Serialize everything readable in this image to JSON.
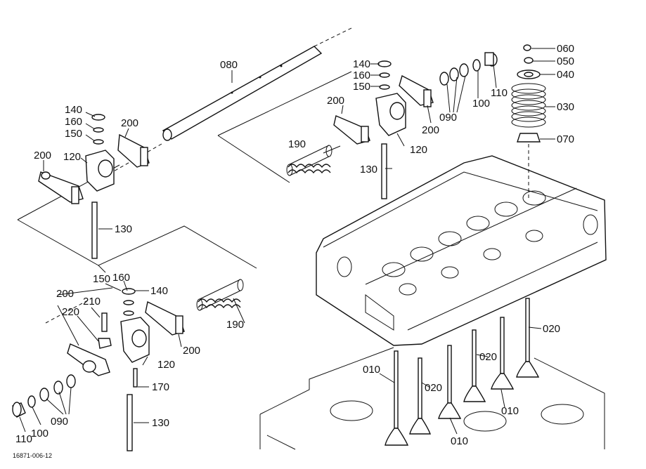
{
  "diagram": {
    "figure_code": "16871-006-12",
    "labels": {
      "p010": "010",
      "p020": "020",
      "p030": "030",
      "p040": "040",
      "p050": "050",
      "p060": "060",
      "p070": "070",
      "p080": "080",
      "p090": "090",
      "p100": "100",
      "p110": "110",
      "p120": "120",
      "p130": "130",
      "p140": "140",
      "p150": "150",
      "p160": "160",
      "p170": "170",
      "p190": "190",
      "p200": "200",
      "p210": "210",
      "p220": "220"
    }
  }
}
